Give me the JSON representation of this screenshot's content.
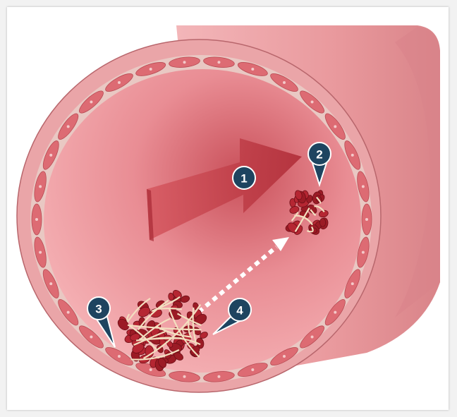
{
  "diagram": {
    "subject": "blood-vessel-cross-section",
    "callouts": [
      {
        "id": "1",
        "label": "1"
      },
      {
        "id": "2",
        "label": "2"
      },
      {
        "id": "3",
        "label": "3"
      },
      {
        "id": "4",
        "label": "4"
      }
    ],
    "colors": {
      "vessel_outer": "#e9a3a6",
      "lumen": "#f1aaad",
      "lumen_deep": "#c9505a",
      "endothelial_cell": "#dd6b73",
      "clot": "#9b1b25",
      "fibrin": "#f3dfc0",
      "callout_fill": "#1e4460",
      "arrow": "#c43a44"
    }
  }
}
